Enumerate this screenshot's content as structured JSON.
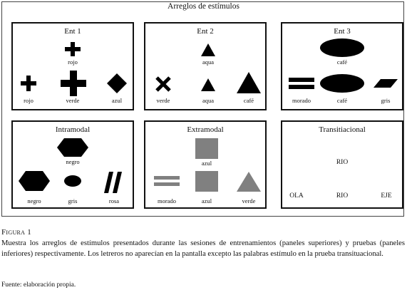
{
  "figure": {
    "title": "Arreglos de estímulos",
    "panels": [
      {
        "title": "Ent 1",
        "sample_label": "rojo",
        "choice_labels": [
          "rojo",
          "verde",
          "azul"
        ]
      },
      {
        "title": "Ent 2",
        "sample_label": "aqua",
        "choice_labels": [
          "verde",
          "aqua",
          "café"
        ]
      },
      {
        "title": "Ent 3",
        "sample_label": "café",
        "choice_labels": [
          "morado",
          "café",
          "gris"
        ]
      },
      {
        "title": "Intramodal",
        "sample_label": "negro",
        "choice_labels": [
          "negro",
          "gris",
          "rosa"
        ]
      },
      {
        "title": "Extramodal",
        "sample_label": "azul",
        "choice_labels": [
          "morado",
          "azul",
          "verde"
        ]
      },
      {
        "title": "Transitiacional",
        "sample_word": "RIO",
        "choice_words": [
          "OLA",
          "RIO",
          "EJE"
        ]
      }
    ]
  },
  "caption": {
    "heading": "Figura 1",
    "text": "Muestra los arreglos de estímulos presentados durante las sesiones de entrenamientos (paneles superiores) y pruebas (paneles inferiores) respectivamente. Los letreros no aparecían en la pantalla excepto las palabras estímulo en la prueba transituacional.",
    "source": "Fuente: elaboración propia."
  },
  "colors": {
    "shape_black": "#000000",
    "shape_gray": "#808080",
    "border": "#111111"
  }
}
